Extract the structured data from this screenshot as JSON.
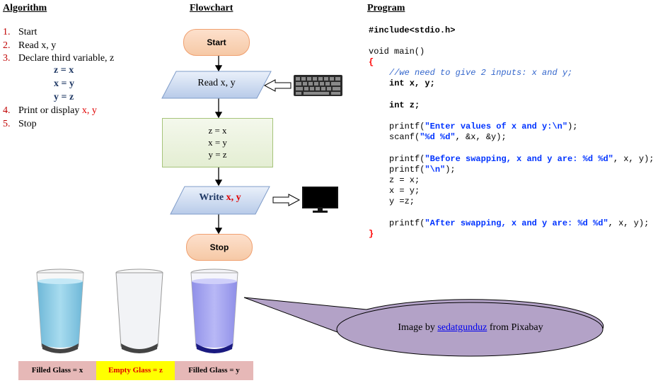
{
  "headers": {
    "algorithm": "Algorithm",
    "flowchart": "Flowchart",
    "program": "Program"
  },
  "algorithm": {
    "steps": [
      {
        "num": "1.",
        "text": "Start"
      },
      {
        "num": "2.",
        "text": "Read x, y"
      },
      {
        "num": "3.",
        "text": "Declare third variable, z"
      },
      {
        "num": "4.",
        "text": "Print or display ",
        "highlight": "x, y"
      },
      {
        "num": "5.",
        "text": "Stop"
      }
    ],
    "equations": [
      "z = x",
      "x = y",
      "y = z"
    ]
  },
  "flowchart": {
    "start": "Start",
    "read": "Read   x, y",
    "process": [
      "z = x",
      "x = y",
      "y = z"
    ],
    "write_prefix": "Write ",
    "write_vars": "x, y",
    "stop": "Stop",
    "keyboard_icon": "keyboard-icon",
    "monitor_icon": "monitor-icon"
  },
  "program": {
    "include": "#include<stdio.h>",
    "main_sig": "void main()",
    "open_brace": "{",
    "comment": "//we need to give 2 inputs: x and y;",
    "decl_xy": "int x, y;",
    "decl_z": "int z;",
    "printf1_fn": "printf(",
    "printf1_str": "\"Enter values of x and y:\\n\"",
    "printf1_end": ");",
    "scanf_fn": "scanf(",
    "scanf_str": "\"%d %d\"",
    "scanf_args": ", &x, &y);",
    "printf2_fn": "printf(",
    "printf2_str": "\"Before swapping, x and y are: %d %d\"",
    "printf2_args": ", x, y);",
    "printf3_fn": "printf(",
    "printf3_str": "\"\\n\"",
    "printf3_end": ");",
    "assign1": "z = x;",
    "assign2": "x = y;",
    "assign3": "y =z;",
    "printf4_fn": "printf(",
    "printf4_str": "\"After swapping, x and y are: %d %d\"",
    "printf4_args": ", x, y);",
    "close_brace": "}"
  },
  "glasses": {
    "captions": [
      "Filled Glass = x",
      "Empty Glass = z",
      "Filled Glass = y"
    ],
    "caption_colors": [
      "#e6b8b7",
      "#ffff00",
      "#e6b8b7"
    ]
  },
  "callout": {
    "prefix": "Image by ",
    "link": "sedatgunduz",
    "suffix": " from Pixabay"
  }
}
